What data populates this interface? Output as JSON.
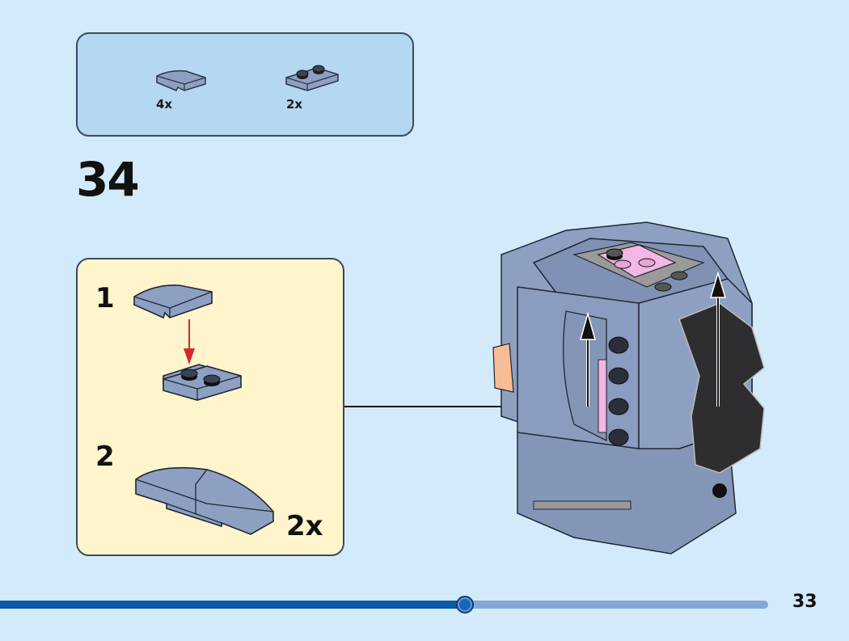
{
  "parts_list": {
    "items": [
      {
        "part": "curved-slope-1x2",
        "quantity": "4x"
      },
      {
        "part": "plate-1x2",
        "quantity": "2x"
      }
    ]
  },
  "step": {
    "number": "34"
  },
  "sub_assembly": {
    "steps": [
      {
        "number": "1"
      },
      {
        "number": "2",
        "quantity": "2x"
      }
    ]
  },
  "colors": {
    "background": "#d3eafb",
    "parts_box": "#b4d7f2",
    "sub_box": "#fef5cd",
    "brick": "#8ea0c2",
    "arrow_red": "#d42a2a",
    "progress_fill": "#0a5aa8",
    "progress_track": "#86a8d6"
  },
  "progress": {
    "fraction": 0.605
  },
  "page": {
    "number": "33"
  }
}
